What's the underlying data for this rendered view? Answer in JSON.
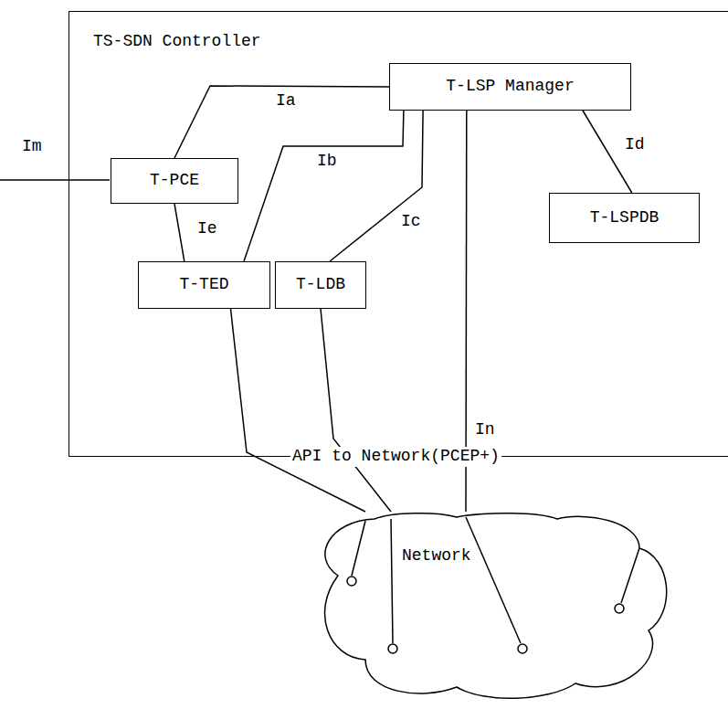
{
  "diagram": {
    "nodes": [
      {
        "text": [
          "TS-SDN Controller"
        ]
      },
      {
        "text": [
          "T-LSP Manager"
        ],
        "in": 0
      },
      {
        "text": [
          "T-PCE"
        ],
        "in": 0
      },
      {
        "text": [
          "T-LSPDB"
        ],
        "in": 0
      },
      {
        "text": [
          "T-TED"
        ],
        "in": 0
      },
      {
        "text": [
          "T-LDB"
        ],
        "in": 0
      },
      {
        "text": [
          "Network"
        ]
      }
    ],
    "edges": [
      {
        "from": 1,
        "to": 2,
        "label": "Ia",
        "arrow": "none"
      },
      {
        "from": 1,
        "to": 4,
        "label": "Ib",
        "arrow": "none"
      },
      {
        "from": 1,
        "to": 5,
        "label": "Ic",
        "arrow": "none"
      },
      {
        "from": 1,
        "to": 3,
        "label": "Id",
        "arrow": "none"
      },
      {
        "from": 2,
        "to": 4,
        "label": "Ie",
        "arrow": "none"
      },
      {
        "from": 1,
        "to": 6,
        "label": "In",
        "arrow": "none"
      },
      {
        "from": 4,
        "to": 6,
        "arrow": "none"
      },
      {
        "from": 5,
        "to": 6,
        "arrow": "none"
      }
    ],
    "labels": [
      "Im",
      "API to Network(PCEP+)"
    ]
  }
}
